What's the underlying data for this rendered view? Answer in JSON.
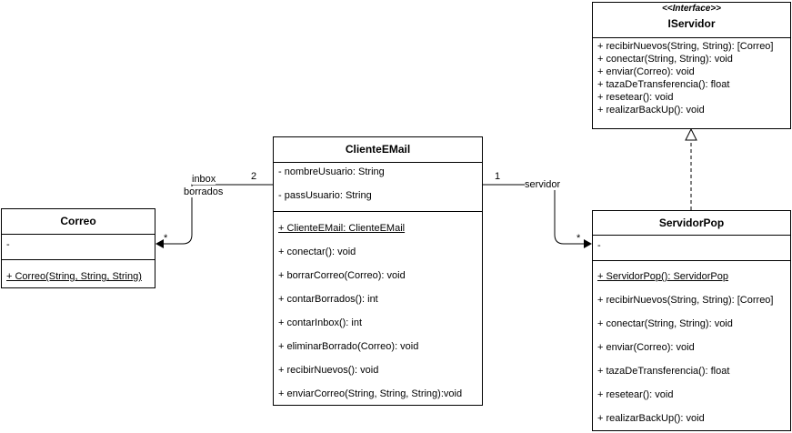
{
  "iservidor": {
    "stereotype": "<<Interface>>",
    "name": "IServidor",
    "methods": [
      "+ recibirNuevos(String, String): [Correo]",
      "+ conectar(String, String): void",
      "+ enviar(Correo): void",
      "+ tazaDeTransferencia(): float",
      "+ resetear(): void",
      "+ realizarBackUp(): void"
    ]
  },
  "cliente": {
    "name": "ClienteEMail",
    "attributes": [
      "- nombreUsuario: String",
      "- passUsuario: String"
    ],
    "constructor": "+ ClienteEMail: ClienteEMail",
    "methods": [
      "+ conectar(): void",
      "+ borrarCorreo(Correo): void",
      "+ contarBorrados(): int",
      "+ contarInbox(): int",
      "+ eliminarBorrado(Correo): void",
      "+ recibirNuevos(): void",
      "+ enviarCorreo(String, String, String):void"
    ]
  },
  "correo": {
    "name": "Correo",
    "attributes": [
      "-"
    ],
    "constructor": "+ Correo(String, String, String)"
  },
  "servidorpop": {
    "name": "ServidorPop",
    "attributes": [
      "-"
    ],
    "constructor": "+ ServidorPop(): ServidorPop",
    "methods": [
      "+ recibirNuevos(String, String): [Correo]",
      "+ conectar(String, String): void",
      "+ enviar(Correo): void",
      "+ tazaDeTransferencia(): float",
      "+ resetear(): void",
      "+ realizarBackUp(): void"
    ]
  },
  "relations": {
    "cliente_correo": {
      "label_line1": "inbox",
      "label_line2": "borrados",
      "source_mult": "2",
      "target_mult": "*"
    },
    "cliente_servidor": {
      "label": "servidor",
      "source_mult": "1",
      "target_mult": "*"
    }
  }
}
